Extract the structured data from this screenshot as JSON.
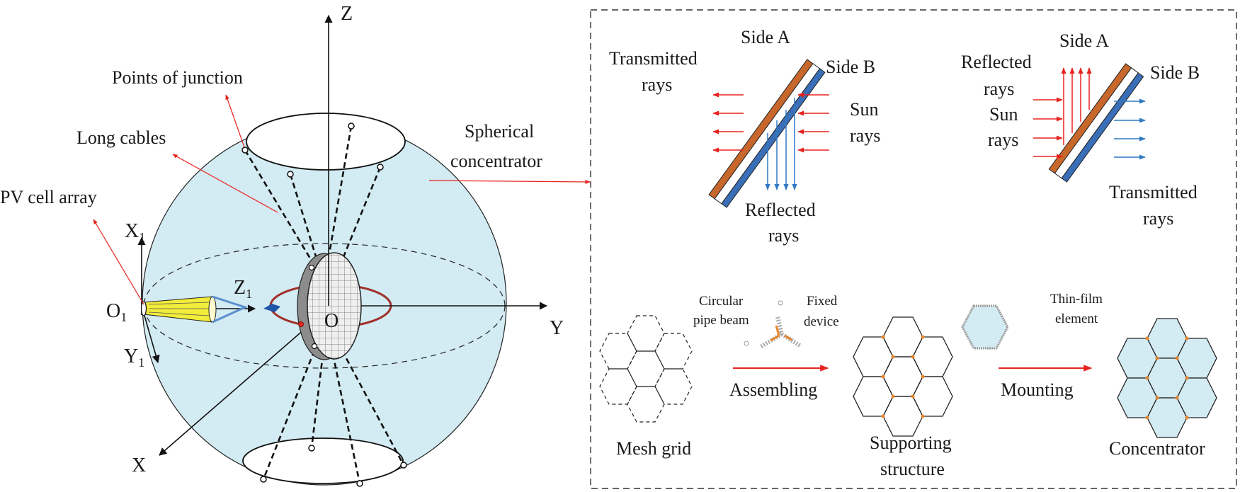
{
  "left": {
    "axes": {
      "z": "Z",
      "y": "Y",
      "x": "X",
      "origin": "O"
    },
    "local_axes": {
      "x1": "X",
      "z1": "Z",
      "y1": "Y",
      "o1": "O",
      "subscript": "1"
    },
    "labels": {
      "points_of_junction": "Points of junction",
      "long_cables": "Long cables",
      "spherical_1": "Spherical",
      "spherical_2": "concentrator",
      "pv_cell_array": "PV cell array"
    }
  },
  "right": {
    "panel1": {
      "side_a": "Side A",
      "side_b": "Side B",
      "transmitted_1": "Transmitted",
      "transmitted_2": "rays",
      "sun_1": "Sun",
      "sun_2": "rays",
      "reflected_1": "Reflected",
      "reflected_2": "rays"
    },
    "panel2": {
      "side_a": "Side A",
      "side_b": "Side B",
      "reflected_1": "Reflected",
      "reflected_2": "rays",
      "sun_1": "Sun",
      "sun_2": "rays",
      "transmitted_1": "Transmitted",
      "transmitted_2": "rays"
    },
    "process": {
      "circular_1": "Circular",
      "circular_2": "pipe beam",
      "fixed_1": "Fixed",
      "fixed_2": "device",
      "thin_film_1": "Thin-film",
      "thin_film_2": "element",
      "assembling": "Assembling",
      "mounting": "Mounting",
      "mesh_grid": "Mesh grid",
      "supporting_1": "Supporting",
      "supporting_2": "structure",
      "concentrator": "Concentrator"
    }
  },
  "colors": {
    "sphere_fill": "#d3ebf2",
    "red_arrow": "#e8231f",
    "blue_arrow": "#2f78c4",
    "side_a": "#c8672c",
    "side_b": "#3a6fb7",
    "ring": "#a0302a",
    "pv_yellow": "#f2ec3a",
    "junction_orange": "#e8862a"
  }
}
